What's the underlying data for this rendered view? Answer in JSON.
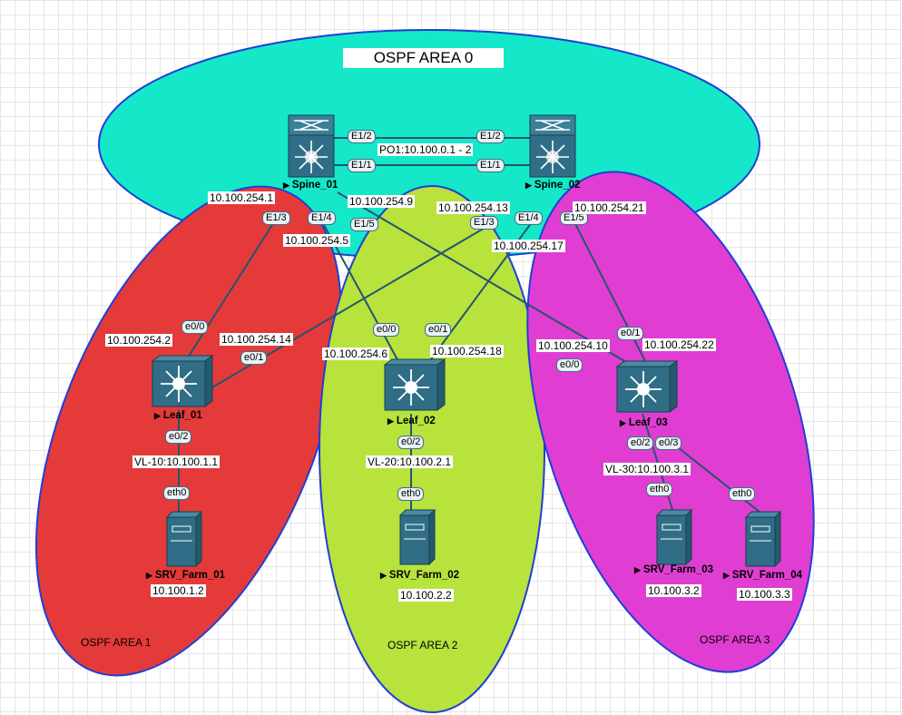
{
  "areas": {
    "area0": "OSPF AREA 0",
    "area1": "OSPF AREA 1",
    "area2": "OSPF AREA 2",
    "area3": "OSPF AREA 3"
  },
  "colors": {
    "area0": "#14e8c8",
    "area1": "#e53a3a",
    "area2": "#b8e23c",
    "area3": "#e03ed2",
    "outline": "#1e3fd6",
    "link": "#22566e",
    "device": "#2f6e86"
  },
  "devices": {
    "spine_01": "Spine_01",
    "spine_02": "Spine_02",
    "leaf_01": "Leaf_01",
    "leaf_02": "Leaf_02",
    "leaf_03": "Leaf_03",
    "srv_01": "SRV_Farm_01",
    "srv_02": "SRV_Farm_02",
    "srv_03": "SRV_Farm_03",
    "srv_04": "SRV_Farm_04"
  },
  "ports": {
    "s1_e12": "E1/2",
    "s1_e11": "E1/1",
    "s2_e12": "E1/2",
    "s2_e11": "E1/1",
    "s1_e13": "E1/3",
    "s1_e14": "E1/4",
    "s1_e15": "E1/5",
    "s2_e13": "E1/3",
    "s2_e14": "E1/4",
    "s2_e15": "E1/5",
    "l1_e00": "e0/0",
    "l1_e01": "e0/1",
    "l1_e02": "e0/2",
    "l2_e00": "e0/0",
    "l2_e01": "e0/1",
    "l2_e02": "e0/2",
    "l3_e00": "e0/0",
    "l3_e01": "e0/1",
    "l3_e02": "e0/2",
    "l3_e03": "e0/3",
    "srv1_eth0": "eth0",
    "srv2_eth0": "eth0",
    "srv3_eth0": "eth0",
    "srv4_eth0": "eth0"
  },
  "addresses": {
    "po1": "PO1:10.100.0.1 - 2",
    "a254_1": "10.100.254.1",
    "a254_9": "10.100.254.9",
    "a254_13": "10.100.254.13",
    "a254_21": "10.100.254.21",
    "a254_5": "10.100.254.5",
    "a254_17": "10.100.254.17",
    "a254_2": "10.100.254.2",
    "a254_14": "10.100.254.14",
    "a254_6": "10.100.254.6",
    "a254_18": "10.100.254.18",
    "a254_10": "10.100.254.10",
    "a254_22": "10.100.254.22",
    "vl10": "VL-10:10.100.1.1",
    "vl20": "VL-20:10.100.2.1",
    "vl30": "VL-30:10.100.3.1",
    "srv1": "10.100.1.2",
    "srv2": "10.100.2.2",
    "srv3": "10.100.3.2",
    "srv4": "10.100.3.3"
  }
}
